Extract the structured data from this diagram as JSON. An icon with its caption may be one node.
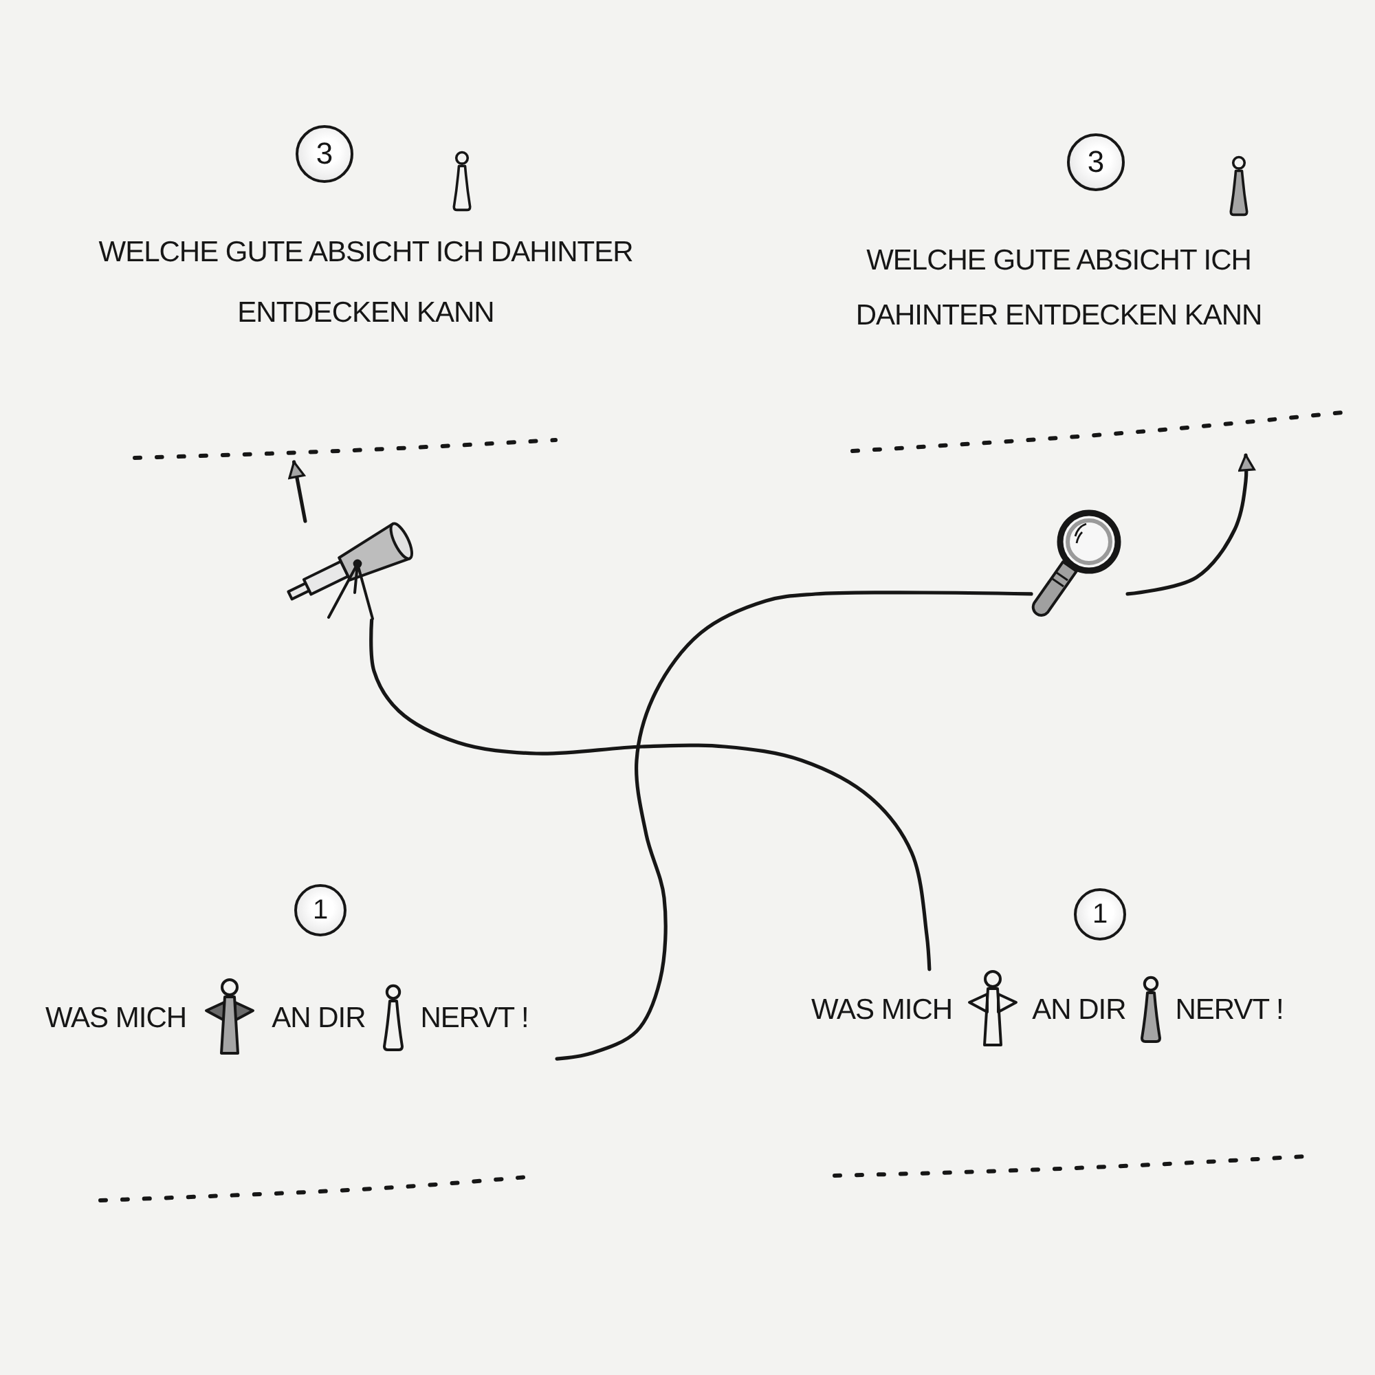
{
  "diagram": {
    "nodes": [
      {
        "text": [
          "3"
        ]
      },
      {
        "text": [
          "3"
        ]
      },
      {
        "text": [],
        "shape": "line"
      },
      {
        "text": [],
        "shape": "line"
      },
      {
        "text": [],
        "shape": "picture"
      },
      {
        "text": [],
        "shape": "picture"
      },
      {
        "text": [
          "1"
        ]
      },
      {
        "text": [
          "1"
        ]
      },
      {
        "text": [
          "WAS MICH",
          "AN DIR",
          "NERVT !"
        ]
      },
      {
        "text": [
          "WAS MICH",
          "AN DIR",
          "NERVT !"
        ]
      },
      {
        "text": [],
        "shape": "line"
      },
      {
        "text": [],
        "shape": "line"
      }
    ],
    "edges": [
      {
        "from": 4,
        "to": 2,
        "arrow": "to"
      },
      {
        "from": 5,
        "to": 3,
        "arrow": "to"
      },
      {
        "from": 4,
        "to": 9,
        "arrow": "none"
      },
      {
        "from": 8,
        "to": 5,
        "arrow": "none"
      }
    ],
    "labels": [
      "WELCHE GUTE ABSICHT ICH DAHINTER ENTDECKEN KANN",
      "WELCHE GUTE ABSICHT ICH DAHINTER ENTDECKEN KANN"
    ]
  }
}
